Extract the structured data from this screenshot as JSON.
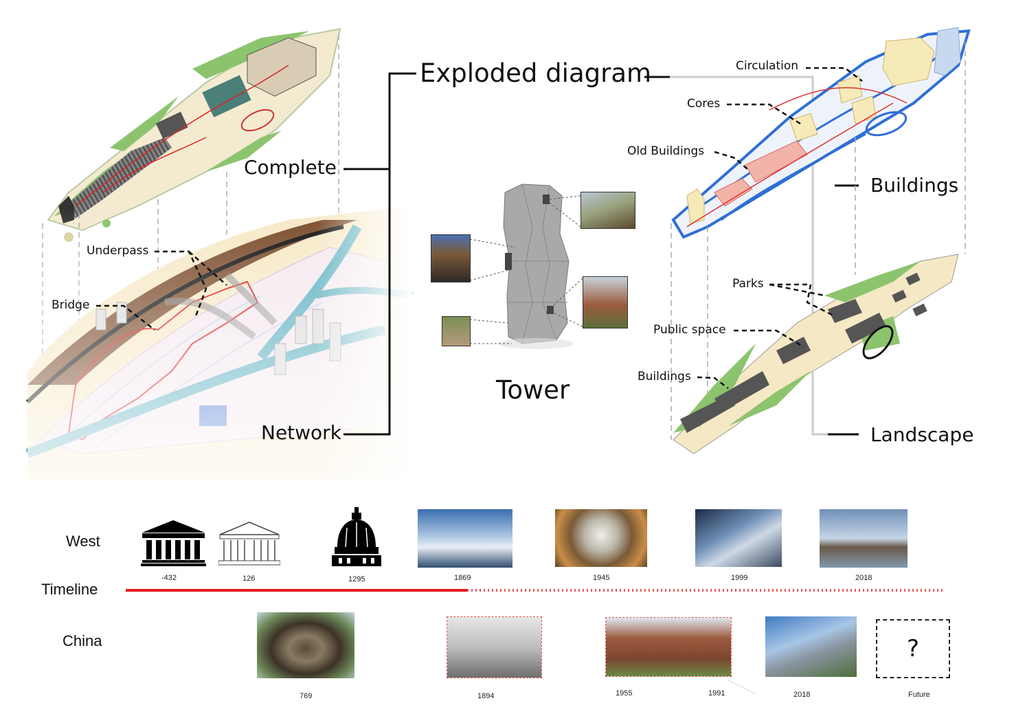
{
  "labels": {
    "exploded": "Exploded diagram",
    "complete": "Complete",
    "network": "Network",
    "tower": "Tower",
    "buildings_layer": "Buildings",
    "landscape_layer": "Landscape",
    "underpass": "Underpass",
    "bridge": "Bridge",
    "circulation": "Circulation",
    "cores": "Cores",
    "old_buildings": "Old Buildings",
    "parks": "Parks",
    "public_space": "Public space",
    "buildings_callout": "Buildings"
  },
  "timeline": {
    "title": "Timeline",
    "west_label": "West",
    "china_label": "China",
    "west_years": [
      "-432",
      "126",
      "1295",
      "1869",
      "1945",
      "1999",
      "2018"
    ],
    "china_years": [
      "769",
      "1894",
      "1955",
      "1991",
      "2018",
      "Future"
    ],
    "future_mark": "?",
    "colors": {
      "line": "#e31b1b",
      "dashed": "#222222"
    }
  },
  "icons": [
    "greek-temple-icon",
    "pantheon-icon",
    "dome-cathedral-icon"
  ]
}
